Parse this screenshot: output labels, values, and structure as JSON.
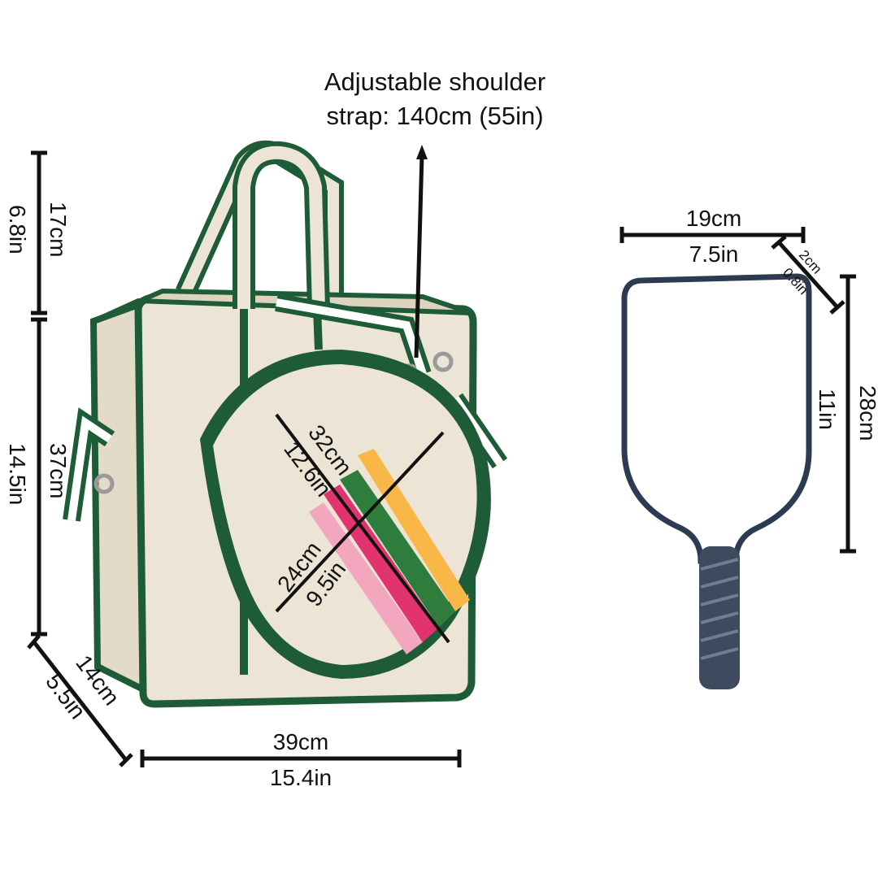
{
  "strap": {
    "line1": "Adjustable shoulder",
    "line2": "strap: 140cm (55in)"
  },
  "bag": {
    "handle_height_cm": "17cm",
    "handle_height_in": "6.8in",
    "body_height_cm": "37cm",
    "body_height_in": "14.5in",
    "depth_cm": "14cm",
    "depth_in": "5.5in",
    "width_cm": "39cm",
    "width_in": "15.4in"
  },
  "cover": {
    "length_cm": "32cm",
    "length_in": "12.6in",
    "width_cm": "24cm",
    "width_in": "9.5in"
  },
  "paddle": {
    "width_cm": "19cm",
    "width_in": "7.5in",
    "edge_cm": "2cm",
    "edge_in": "0.8in",
    "face_height_in": "11in",
    "total_length_cm": "28cm"
  },
  "colors": {
    "canvas": "#ece4d4",
    "trim": "#1d5c36",
    "stripe_yellow": "#f8b746",
    "stripe_green": "#2f7d3c",
    "stripe_magenta": "#e0336f",
    "stripe_pink": "#f2a7bf",
    "paddle_edge": "#2d3b52",
    "grip": "#3e4a5e"
  }
}
